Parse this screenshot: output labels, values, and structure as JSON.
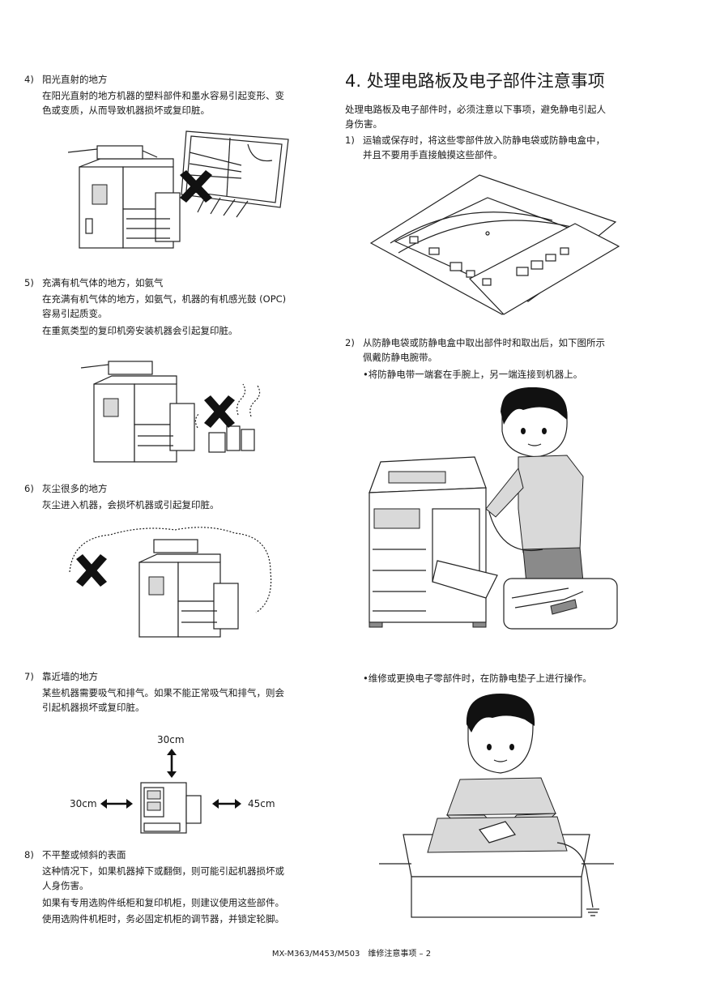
{
  "left": {
    "item4": {
      "num": "4)",
      "title": "阳光直射的地方",
      "lines": [
        "在阳光直射的地方机器的塑料部件和墨水容易引起变形、变",
        "色或变质，从而导致机器损坏或复印脏。"
      ]
    },
    "item5": {
      "num": "5)",
      "title": "充满有机气体的地方，如氨气",
      "lines": [
        "在充满有机气体的地方，如氨气，机器的有机感光鼓 (OPC)",
        "容易引起质变。"
      ],
      "lines2": [
        "在重氮类型的复印机旁安装机器会引起复印脏。"
      ]
    },
    "item6": {
      "num": "6)",
      "title": "灰尘很多的地方",
      "lines": [
        "灰尘进入机器，会损坏机器或引起复印脏。"
      ]
    },
    "item7": {
      "num": "7)",
      "title": "靠近墙的地方",
      "lines": [
        "某些机器需要吸气和排气。如果不能正常吸气和排气，则会",
        "引起机器损坏或复印脏。"
      ],
      "dims": {
        "top": "30cm",
        "left": "30cm",
        "right": "45cm"
      }
    },
    "item8": {
      "num": "8)",
      "title": "不平整或倾斜的表面",
      "lines": [
        "这种情况下，如果机器掉下或翻倒，则可能引起机器损坏或",
        "人身伤害。"
      ],
      "lines2": [
        "如果有专用选购件纸柜和复印机柜，则建议使用这些部件。",
        "使用选购件机柜时，务必固定机柜的调节器，并锁定轮脚。"
      ]
    }
  },
  "right": {
    "heading": "4. 处理电路板及电子部件注意事项",
    "intro": [
      "处理电路板及电子部件时，必须注意以下事项，避免静电引起人",
      "身伤害。"
    ],
    "item1": {
      "num": "1)",
      "lines": [
        "运输或保存时，将这些零部件放入防静电袋或防静电盒中，",
        "并且不要用手直接触摸这些部件。"
      ]
    },
    "item2": {
      "num": "2)",
      "lines": [
        "从防静电袋或防静电盒中取出部件时和取出后，如下图所示",
        "佩戴防静电腕带。"
      ],
      "bullet": "•将防静电带一端套在手腕上，另一端连接到机器上。"
    },
    "bullet2": "•维修或更换电子零部件时，在防静电垫子上进行操作。"
  },
  "footer": "MX-M363/M453/M503　维修注意事项 – 2"
}
